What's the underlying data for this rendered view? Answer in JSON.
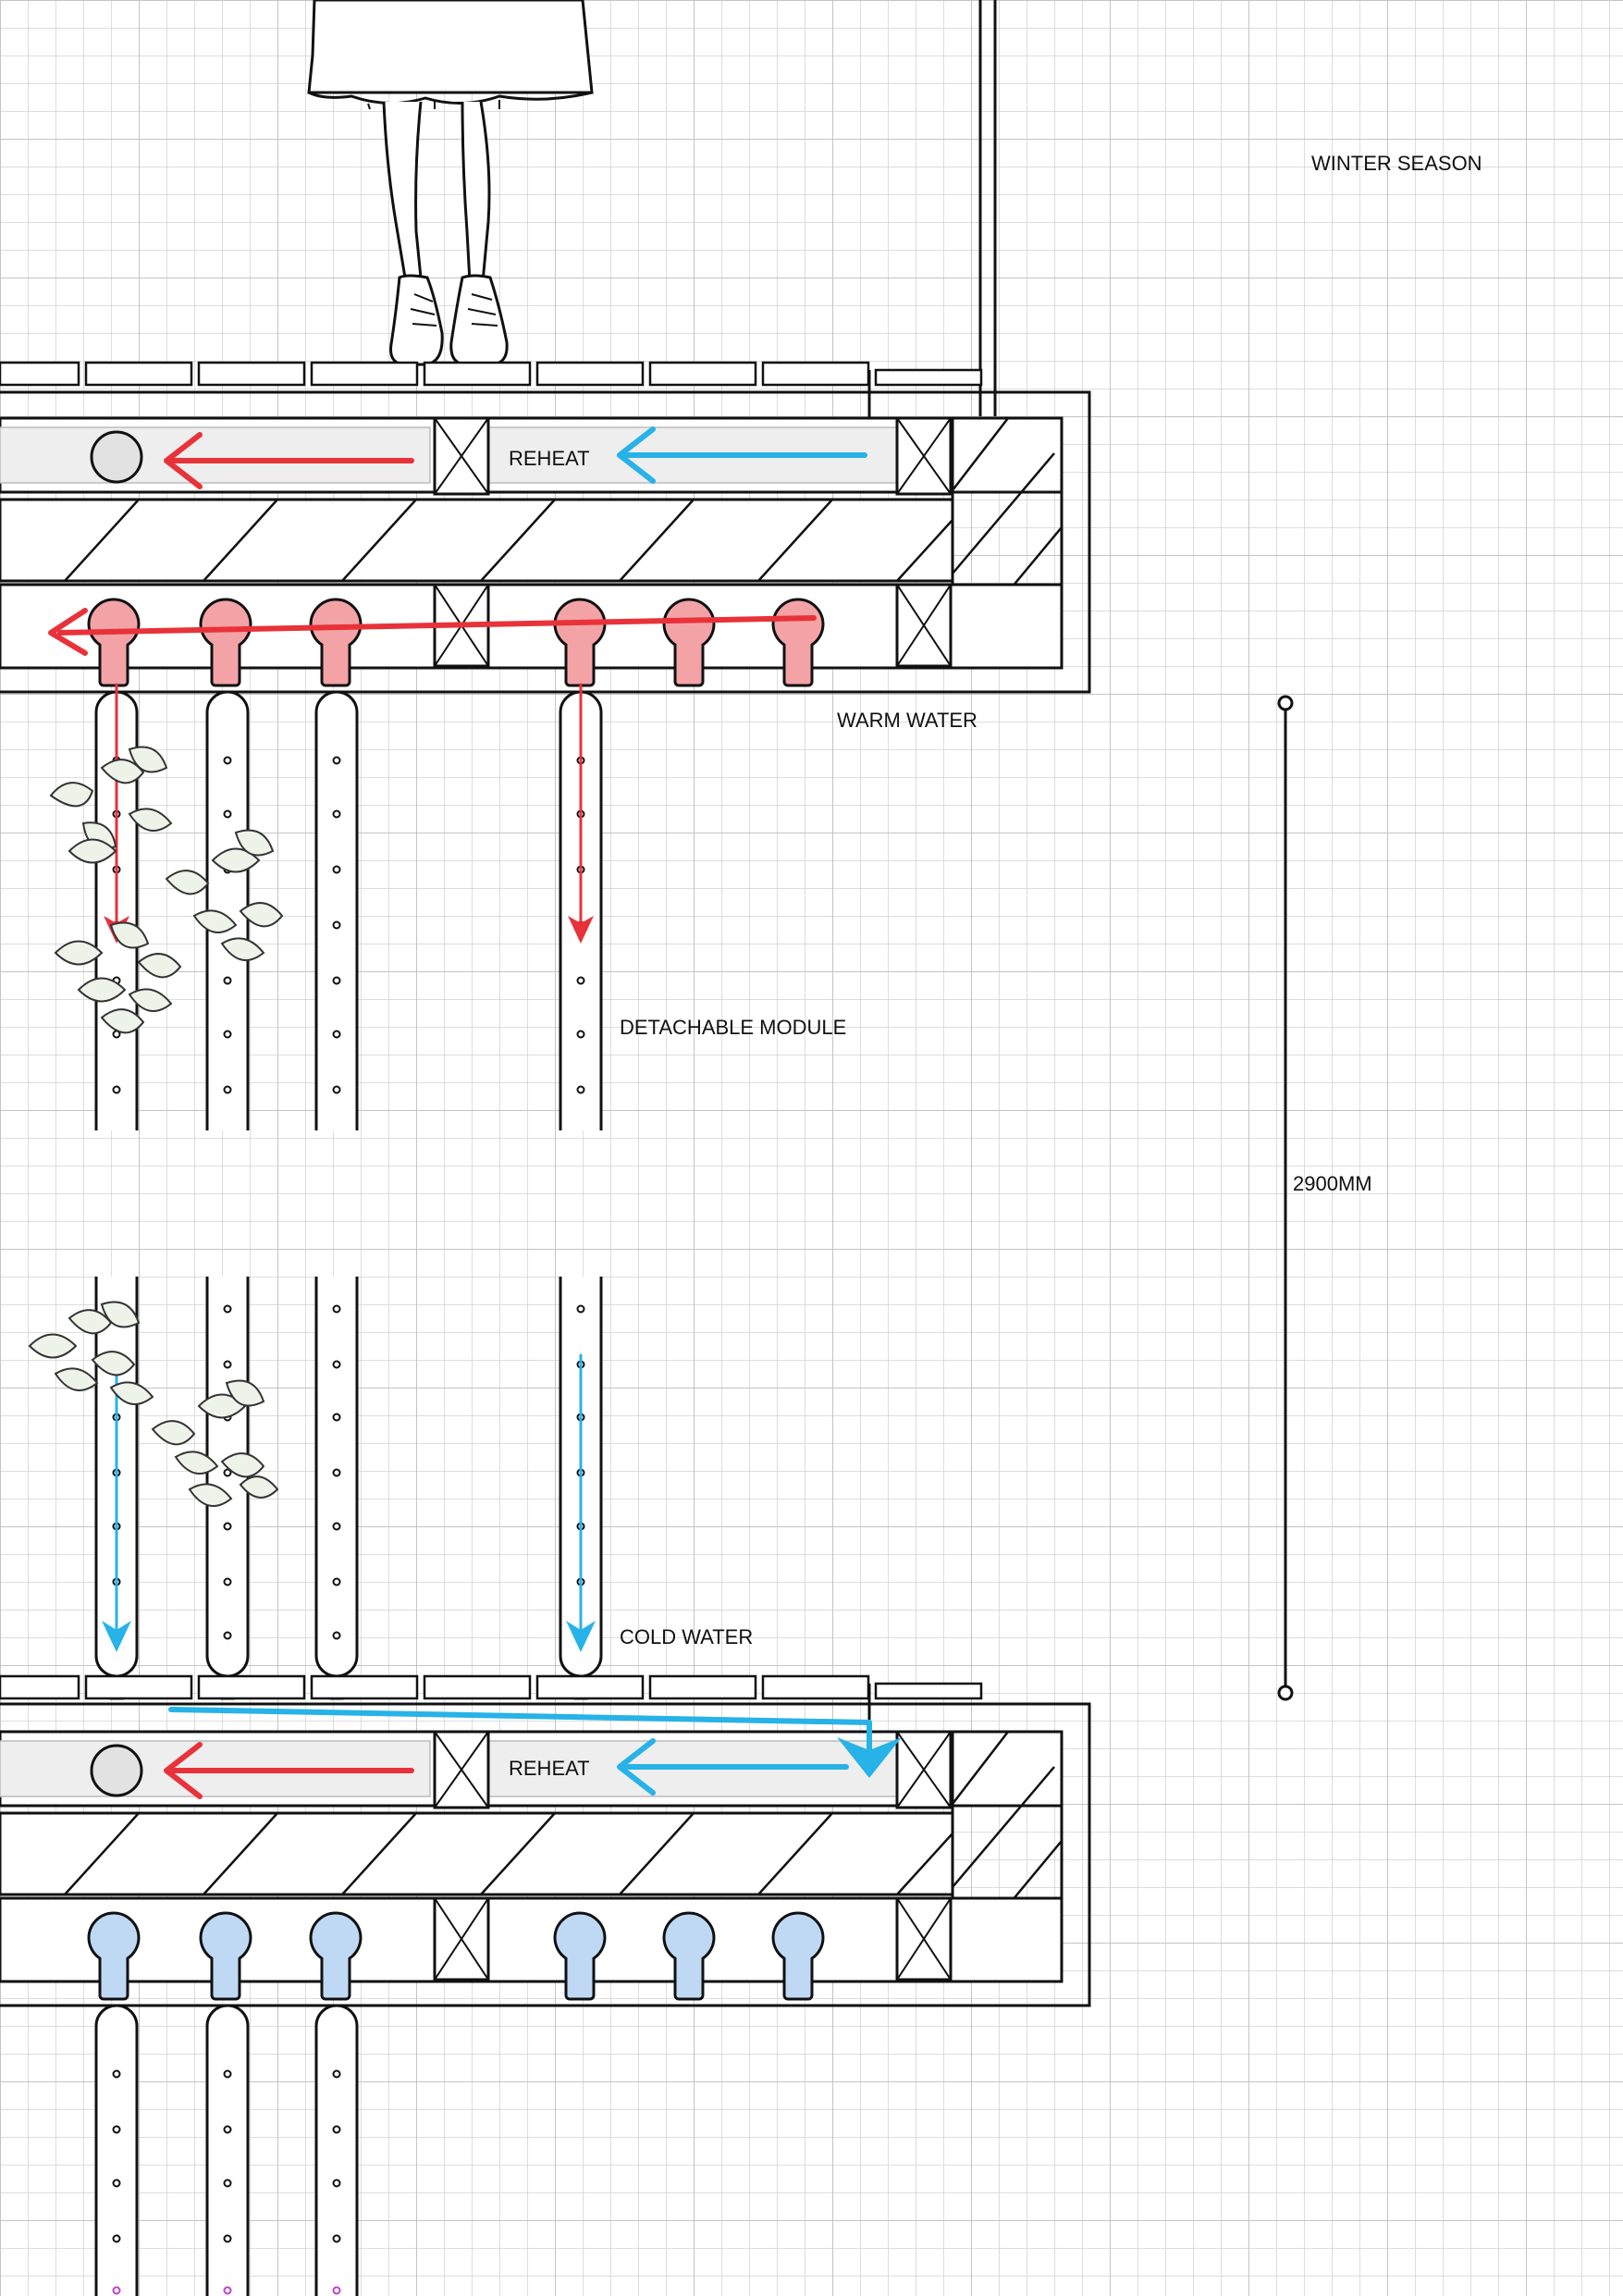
{
  "labels": {
    "season": "WINTER SEASON",
    "reheat_top": "REHEAT",
    "warm_water": "WARM  WATER",
    "detachable_module": "DETACHABLE MODULE",
    "dimension": "2900MM",
    "cold_water": "COLD WATER",
    "reheat_bottom": "REHEAT"
  },
  "colors": {
    "warm_flow": "#e8323a",
    "cold_flow": "#27b2e8",
    "warm_bulb": "#f3a3a6",
    "cold_bulb": "#bfd9f5",
    "grid": "#d2d2d2",
    "line": "#111111"
  },
  "icons": [
    "person-figure",
    "leaf-cluster",
    "valve-box",
    "water-bulb",
    "flow-arrow"
  ]
}
